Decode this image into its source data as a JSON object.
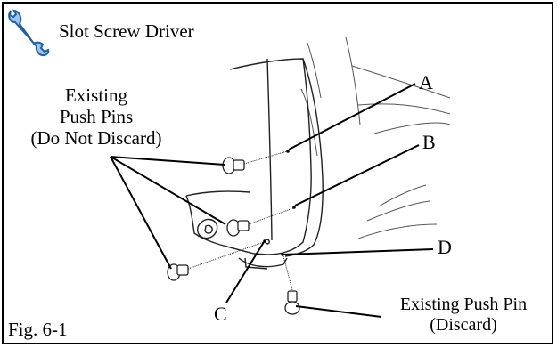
{
  "tool": {
    "icon": "wrench-icon",
    "label": "Slot Screw Driver",
    "color": "#1a5fa8"
  },
  "callouts": {
    "existing_push_pins": [
      "Existing",
      "Push Pins",
      "(Do Not Discard)"
    ],
    "existing_push_pin_discard": [
      "Existing Push Pin",
      "(Discard)"
    ],
    "a": "A",
    "b": "B",
    "c": "C",
    "d": "D"
  },
  "figure_label": "Fig. 6-1"
}
